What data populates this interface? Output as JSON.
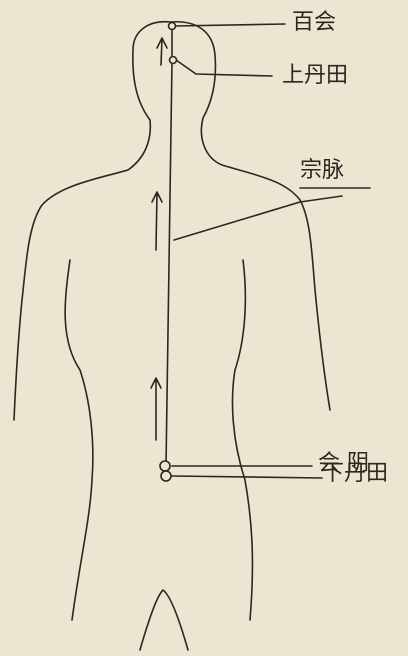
{
  "labels": {
    "baihui": "百会",
    "upper_dantian": "上丹田",
    "central_channel": "宗脉",
    "lower_dantian": "下丹田",
    "huiyin": "会 阴"
  },
  "colors": {
    "paper": "#ece5d2",
    "ink": "#2b2720"
  }
}
